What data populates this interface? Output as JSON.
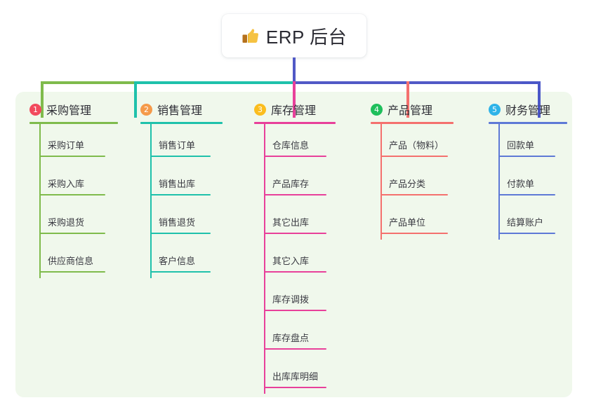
{
  "root": {
    "icon": "thumbs-up-icon",
    "title": "ERP 后台"
  },
  "palette": {
    "panel_bg": "#f0f8ec",
    "page_bg": "#ffffff",
    "trunk": "#5159c6",
    "green": "#7fbb4c",
    "teal": "#1fc1ab",
    "pink": "#e8409a",
    "red": "#f4706e",
    "blue": "#5e79d6",
    "badge1": "#f24a5e",
    "badge2": "#f59a4a",
    "badge3": "#fbbd1e",
    "badge4": "#1fbf5c",
    "badge5": "#2eb3e8",
    "text": "#2e2e36"
  },
  "columns": [
    {
      "number": "1",
      "title": "采购管理",
      "badge_color": "#f24a5e",
      "line_color": "#7fbb4c",
      "items": [
        "采购订单",
        "采购入库",
        "采购退货",
        "供应商信息"
      ]
    },
    {
      "number": "2",
      "title": "销售管理",
      "badge_color": "#f59a4a",
      "line_color": "#1fc1ab",
      "items": [
        "销售订单",
        "销售出库",
        "销售退货",
        "客户信息"
      ]
    },
    {
      "number": "3",
      "title": "库存管理",
      "badge_color": "#fbbd1e",
      "line_color": "#e8409a",
      "items": [
        "仓库信息",
        "产品库存",
        "其它出库",
        "其它入库",
        "库存调拨",
        "库存盘点",
        "出库库明细"
      ]
    },
    {
      "number": "4",
      "title": "产品管理",
      "badge_color": "#1fbf5c",
      "line_color": "#f4706e",
      "items": [
        "产品（物料）",
        "产品分类",
        "产品单位"
      ]
    },
    {
      "number": "5",
      "title": "财务管理",
      "badge_color": "#2eb3e8",
      "line_color": "#5e79d6",
      "items": [
        "回款单",
        "付款单",
        "结算账户"
      ]
    }
  ]
}
